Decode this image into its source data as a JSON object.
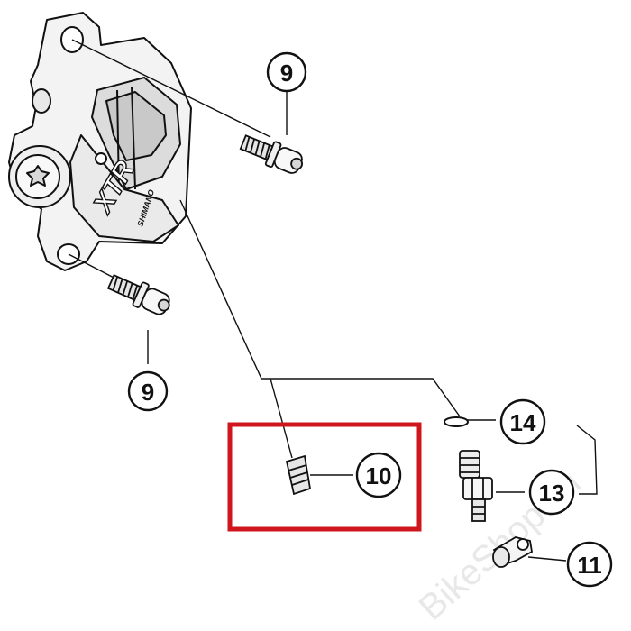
{
  "diagram": {
    "brand_label": "XTR",
    "maker_label": "SHIMANO",
    "watermark": "BikeShop.ch",
    "colors": {
      "highlight": "#d0161d",
      "ink": "#111111",
      "part_fill": "#f4f4f4"
    },
    "callouts": [
      {
        "id": "9-top",
        "label": "9"
      },
      {
        "id": "9-bottom",
        "label": "9"
      },
      {
        "id": "10",
        "label": "10"
      },
      {
        "id": "14",
        "label": "14"
      },
      {
        "id": "13",
        "label": "13"
      },
      {
        "id": "11",
        "label": "11"
      }
    ]
  }
}
